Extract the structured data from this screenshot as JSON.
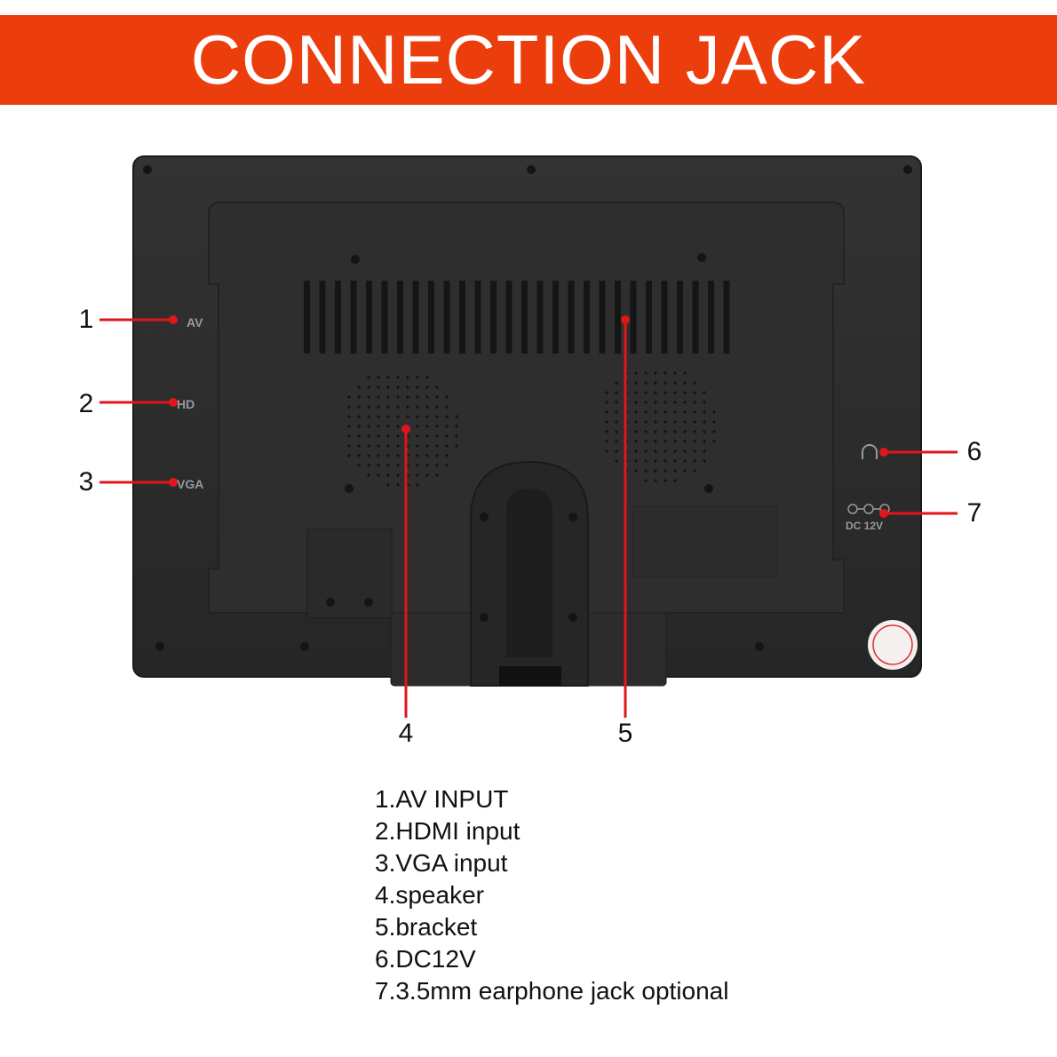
{
  "title": "CONNECTION JACK",
  "callouts": [
    {
      "number": "1",
      "port_label": "AV"
    },
    {
      "number": "2",
      "port_label": "HD"
    },
    {
      "number": "3",
      "port_label": "VGA"
    },
    {
      "number": "4"
    },
    {
      "number": "5"
    },
    {
      "number": "6",
      "icon": "earphone-jack-icon"
    },
    {
      "number": "7",
      "port_label": "DC 12V",
      "icon": "dc-polarity-icon"
    }
  ],
  "legend": [
    "1.AV INPUT",
    "2.HDMI input",
    "3.VGA input",
    "4.speaker",
    "5.bracket",
    "6.DC12V",
    "7.3.5mm earphone jack optional"
  ],
  "colors": {
    "banner": "#ec3d0c",
    "callout_line": "#e0161a",
    "device": "#2a2a2a"
  }
}
